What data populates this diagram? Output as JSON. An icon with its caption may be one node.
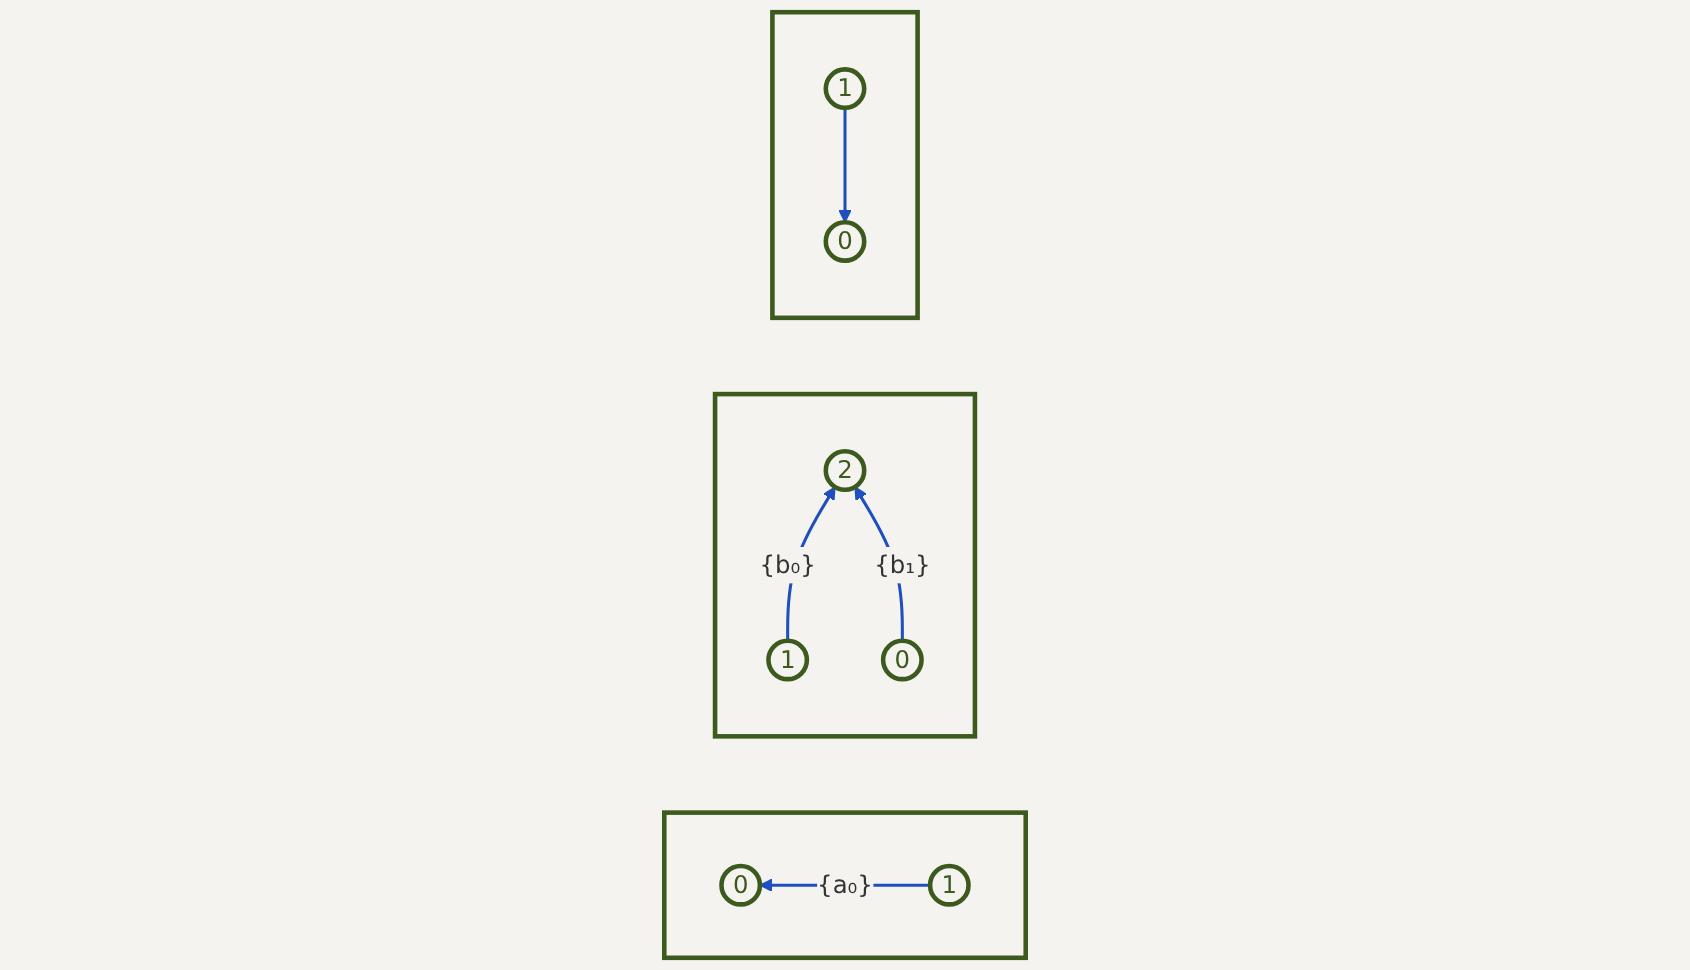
{
  "diagram": {
    "nodes": [
      {
        "text": [],
        "shape": "box"
      },
      {
        "text": [
          "0"
        ],
        "in": 0
      },
      {
        "text": [
          "1"
        ],
        "in": 0
      },
      {
        "text": [],
        "shape": "box"
      },
      {
        "text": [
          "2"
        ],
        "in": 3
      },
      {
        "text": [
          "1"
        ],
        "in": 3
      },
      {
        "text": [
          "0"
        ],
        "in": 3
      },
      {
        "text": [],
        "shape": "box"
      },
      {
        "text": [
          "1"
        ],
        "in": 7
      },
      {
        "text": [
          "0"
        ],
        "in": 7
      }
    ],
    "edges": [
      {
        "from": 2,
        "to": 1,
        "arrow": "to",
        "label": "{a₀}"
      },
      {
        "from": 5,
        "to": 4,
        "arrow": "to",
        "label": "{b₀}"
      },
      {
        "from": 6,
        "to": 4,
        "arrow": "to",
        "label": "{b₁}"
      },
      {
        "from": 8,
        "to": 9,
        "arrow": "to"
      }
    ]
  }
}
